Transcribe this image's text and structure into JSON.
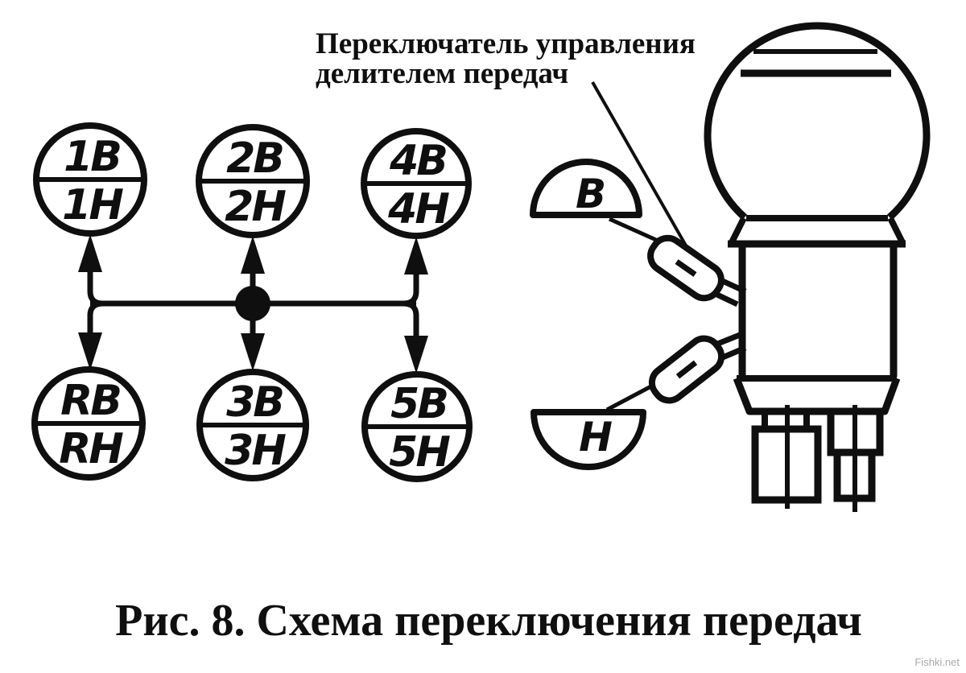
{
  "figure": {
    "annotation_label": {
      "line1": "Переключатель управления",
      "line2": "делителем передач"
    },
    "gear_pattern": {
      "circles": [
        {
          "position": "top-left",
          "upper": "1В",
          "lower": "1Н"
        },
        {
          "position": "top-middle",
          "upper": "2В",
          "lower": "2Н"
        },
        {
          "position": "top-right",
          "upper": "4В",
          "lower": "4Н"
        },
        {
          "position": "bottom-left",
          "upper": "RВ",
          "lower": "RН"
        },
        {
          "position": "bottom-middle",
          "upper": "3В",
          "lower": "3Н"
        },
        {
          "position": "bottom-right",
          "upper": "5В",
          "lower": "5Н"
        }
      ]
    },
    "splitter_switch": {
      "high_label": "В",
      "low_label": "Н"
    },
    "caption": "Рис. 8. Схема переключения передач",
    "watermark": "Fishki.net",
    "colors": {
      "ink": "#0f0f0f",
      "background": "#ffffff",
      "watermark": "#a9a9a9"
    }
  }
}
